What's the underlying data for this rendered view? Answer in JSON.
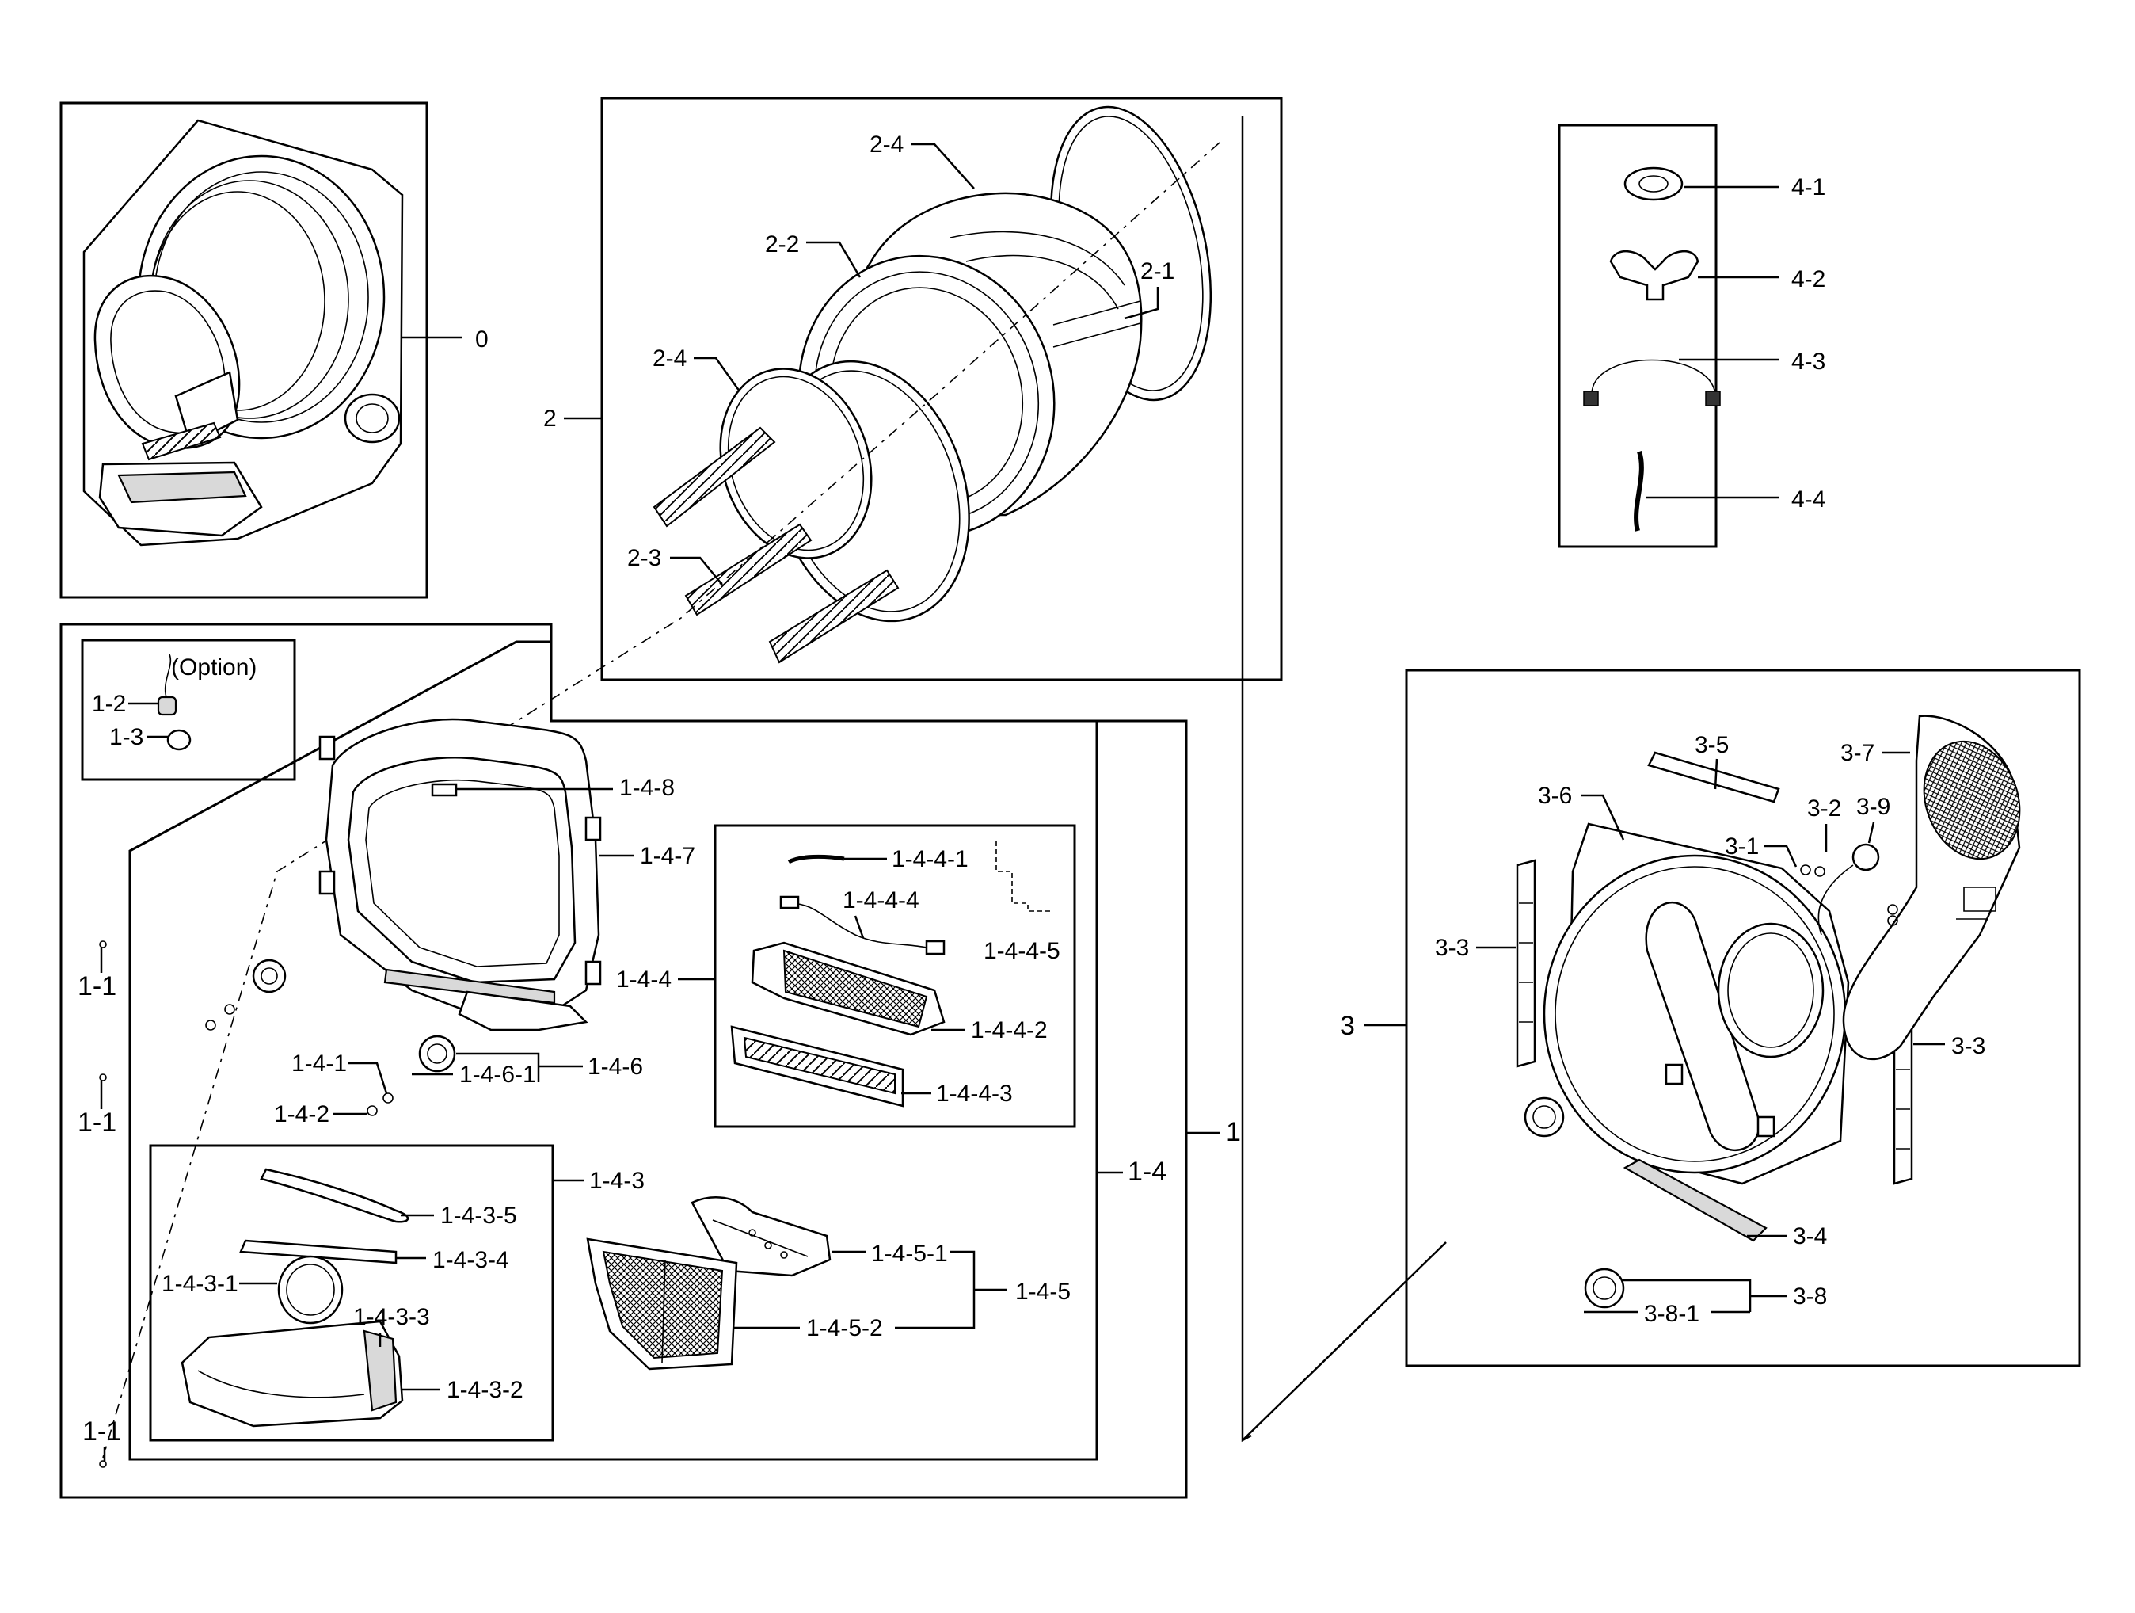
{
  "labels": {
    "l0": "0",
    "l1": "1",
    "l2": "2",
    "l3": "3",
    "l1_1a": "1-1",
    "l1_1b": "1-1",
    "l1_1c": "1-1",
    "l1_2": "1-2",
    "l1_3": "1-3",
    "option": "(Option)",
    "l1_4": "1-4",
    "l1_4_1": "1-4-1",
    "l1_4_2": "1-4-2",
    "l1_4_3": "1-4-3",
    "l1_4_3_1": "1-4-3-1",
    "l1_4_3_2": "1-4-3-2",
    "l1_4_3_3": "1-4-3-3",
    "l1_4_3_4": "1-4-3-4",
    "l1_4_3_5": "1-4-3-5",
    "l1_4_4": "1-4-4",
    "l1_4_4_1": "1-4-4-1",
    "l1_4_4_2": "1-4-4-2",
    "l1_4_4_3": "1-4-4-3",
    "l1_4_4_4": "1-4-4-4",
    "l1_4_4_5": "1-4-4-5",
    "l1_4_5": "1-4-5",
    "l1_4_5_1": "1-4-5-1",
    "l1_4_5_2": "1-4-5-2",
    "l1_4_6": "1-4-6",
    "l1_4_6_1": "1-4-6-1",
    "l1_4_7": "1-4-7",
    "l1_4_8": "1-4-8",
    "l2_1": "2-1",
    "l2_2": "2-2",
    "l2_3": "2-3",
    "l2_4a": "2-4",
    "l2_4b": "2-4",
    "l3_1": "3-1",
    "l3_2": "3-2",
    "l3_3a": "3-3",
    "l3_3b": "3-3",
    "l3_4": "3-4",
    "l3_5": "3-5",
    "l3_6": "3-6",
    "l3_7": "3-7",
    "l3_8": "3-8",
    "l3_8_1": "3-8-1",
    "l3_9": "3-9",
    "l4_1": "4-1",
    "l4_2": "4-2",
    "l4_3": "4-3",
    "l4_4": "4-4"
  }
}
